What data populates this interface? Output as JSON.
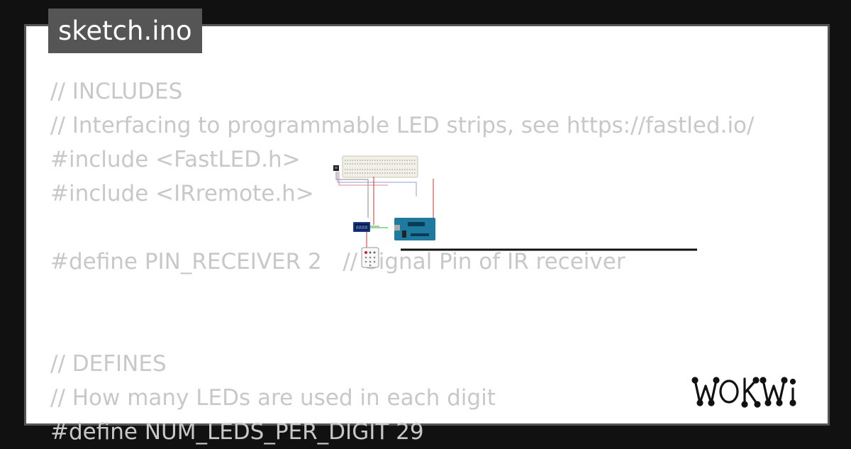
{
  "tab": {
    "label": "sketch.ino"
  },
  "code": {
    "lines": [
      "// INCLUDES",
      "// Interfacing to programmable LED strips, see https://fastled.io/",
      "#include <FastLED.h>",
      "#include <IRremote.h>",
      "",
      "#define PIN_RECEIVER 2   // Signal Pin of IR receiver",
      "",
      "",
      "// DEFINES",
      "// How many LEDs are used in each digit",
      "#define NUM_LEDS_PER_DIGIT 29"
    ]
  },
  "logo": {
    "text": "WOKWi"
  },
  "colors": {
    "background": "#111111",
    "frame": "#555555",
    "card": "#ffffff",
    "code_text": "#c8c8c8",
    "tab_text": "#ffffff"
  },
  "icons": [
    "breadboard-icon",
    "ir-receiver-icon",
    "seven-segment-display-icon",
    "arduino-uno-icon",
    "ir-remote-icon",
    "led-strip-icon"
  ]
}
